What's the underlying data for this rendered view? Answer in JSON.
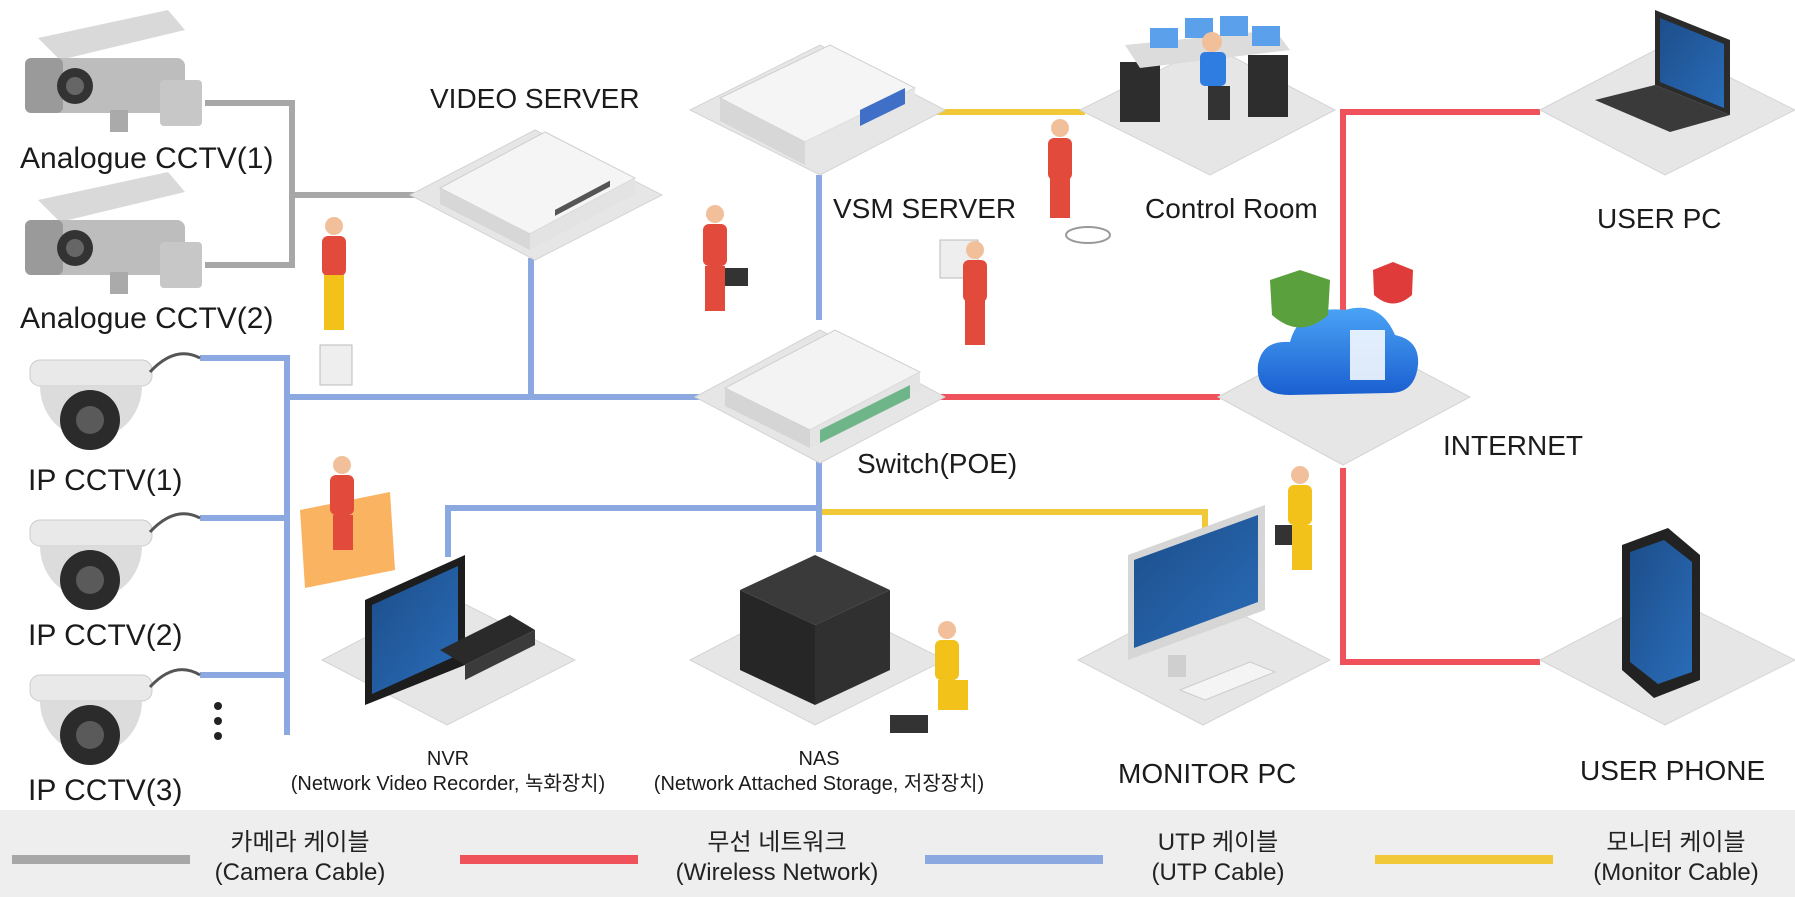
{
  "colors": {
    "camera_cable": "#a7a7a7",
    "wireless": "#f0525c",
    "utp": "#8ba9e0",
    "monitor": "#f0c838",
    "platform": "#e6e6e6",
    "legend_bg": "#eeeeee"
  },
  "labels": {
    "analogue1": "Analogue CCTV(1)",
    "analogue2": "Analogue CCTV(2)",
    "ip1": "IP CCTV(1)",
    "ip2": "IP CCTV(2)",
    "ip3": "IP CCTV(3)",
    "video_server": "VIDEO SERVER",
    "vsm_server": "VSM SERVER",
    "control_room": "Control Room",
    "user_pc": "USER PC",
    "switch": "Switch(POE)",
    "internet": "INTERNET",
    "nvr": "NVR",
    "nvr_desc": "(Network Video Recorder, 녹화장치)",
    "nas": "NAS",
    "nas_desc": "(Network Attached Storage, 저장장치)",
    "monitor_pc": "MONITOR PC",
    "user_phone": "USER PHONE"
  },
  "legend": [
    {
      "title": "카메라 케이블",
      "sub": "(Camera Cable)",
      "color": "#a7a7a7"
    },
    {
      "title": "무선 네트워크",
      "sub": "(Wireless Network)",
      "color": "#f0525c"
    },
    {
      "title": "UTP 케이블",
      "sub": "(UTP Cable)",
      "color": "#8ba9e0"
    },
    {
      "title": "모니터 케이블",
      "sub": "(Monitor Cable)",
      "color": "#f0c838"
    }
  ],
  "icons": {
    "analogue_camera": "analogue-camera-icon",
    "dome_camera": "dome-camera-icon",
    "server": "server-icon",
    "switch": "switch-icon",
    "cloud": "cloud-shield-icon",
    "laptop": "laptop-icon",
    "phone": "phone-icon",
    "monitor": "monitor-icon",
    "nvr": "nvr-icon",
    "nas": "nas-icon",
    "worker": "worker-icon",
    "operator": "operator-icon"
  }
}
